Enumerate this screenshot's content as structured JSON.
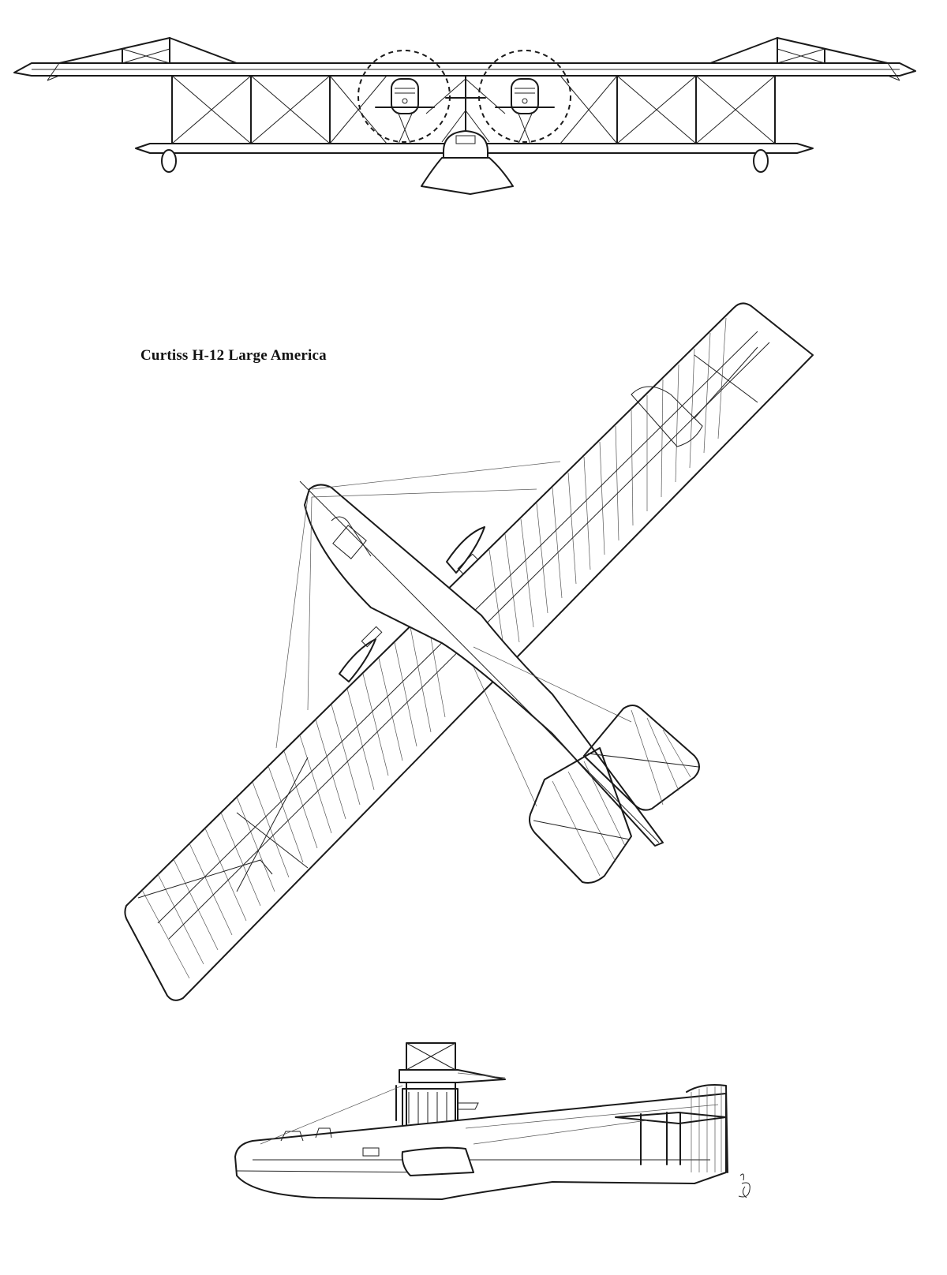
{
  "drawing": {
    "title": "Curtiss H-12 Large America",
    "views": [
      "front-view",
      "top-view",
      "side-view"
    ],
    "line_color": "#1a1a1a",
    "background_color": "#ffffff",
    "signature_mark": "artist-signature"
  }
}
